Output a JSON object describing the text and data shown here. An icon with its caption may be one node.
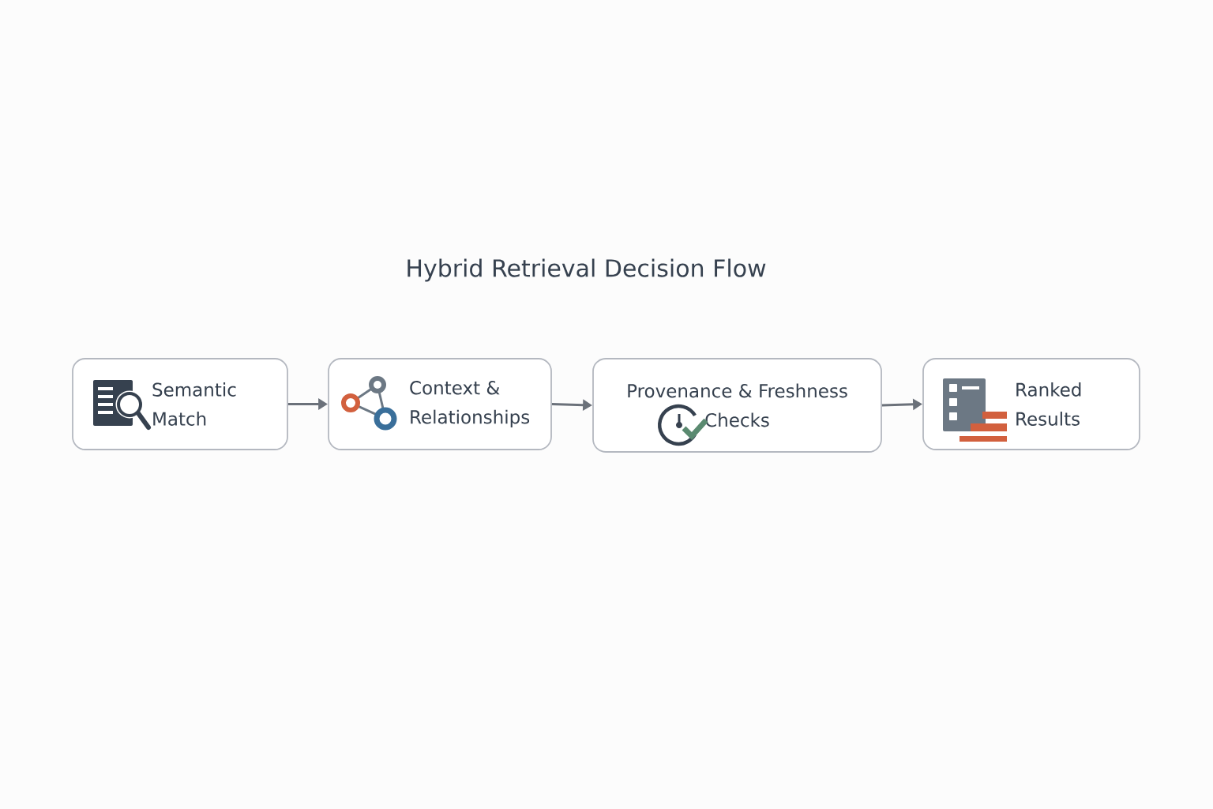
{
  "diagram": {
    "title": "Hybrid Retrieval Decision Flow",
    "nodes": [
      {
        "text": [
          "Semantic Match"
        ]
      },
      {
        "text": [
          "Context & Relationships"
        ]
      },
      {
        "text": [
          "Provenance & Freshness Checks"
        ]
      },
      {
        "text": [
          "Ranked Results"
        ]
      }
    ],
    "edges": [
      {
        "from": 0,
        "to": 1,
        "arrow": "to"
      },
      {
        "from": 1,
        "to": 2,
        "arrow": "to"
      },
      {
        "from": 2,
        "to": 3,
        "arrow": "to"
      }
    ]
  }
}
